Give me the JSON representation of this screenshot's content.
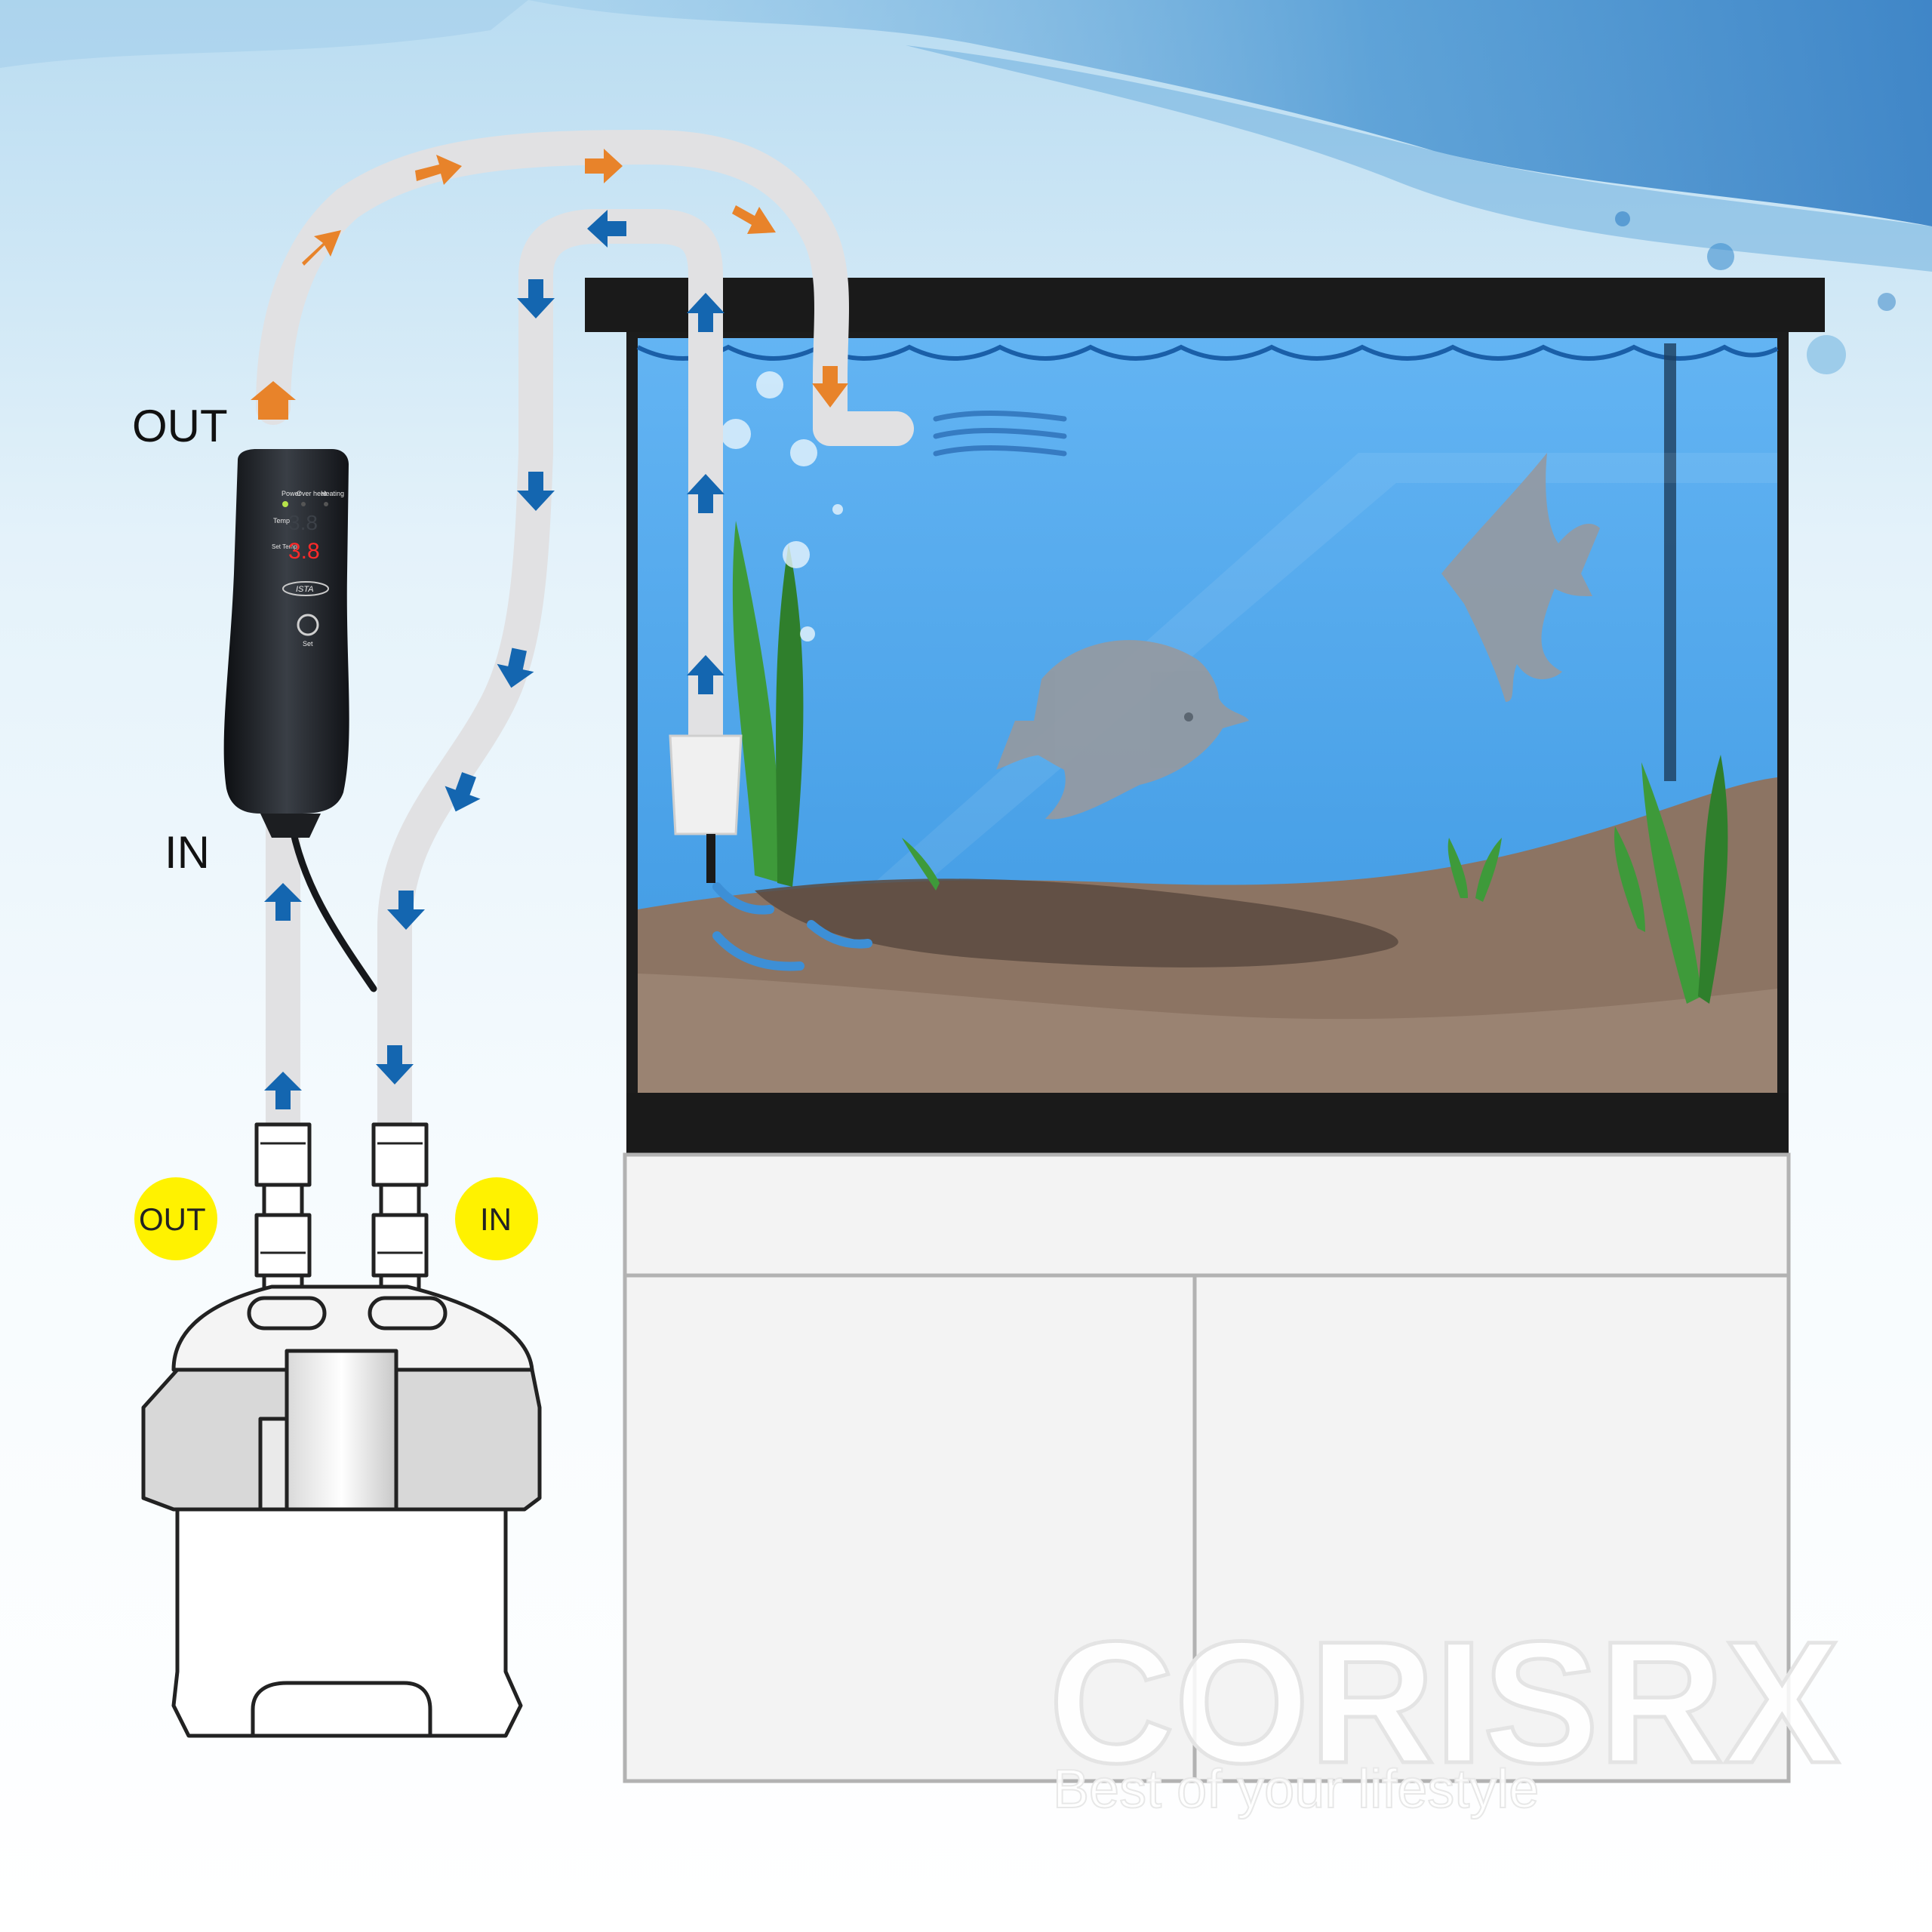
{
  "labels": {
    "heater_out": "OUT",
    "heater_in": "IN",
    "filter_out": "OUT",
    "filter_in": "IN"
  },
  "heater": {
    "indicator_labels": [
      "Power",
      "Over heat",
      "Heating"
    ],
    "temp_label": "Temp",
    "set_temp_label": "Set Temp",
    "temp_value": "3.8",
    "set_temp_value": "3.8",
    "brand": "ISTA",
    "set_button_label": "Set"
  },
  "watermark": {
    "brand": "CORISRX",
    "tagline": "Best of your lifestyle"
  },
  "colors": {
    "outflow_arrow": "#e8832a",
    "inflow_arrow": "#1466b0",
    "label_badge": "#fff200",
    "aquarium_water": "#4fa6ec",
    "tank_frame": "#1a1a1a",
    "gravel": "#8c7463"
  }
}
